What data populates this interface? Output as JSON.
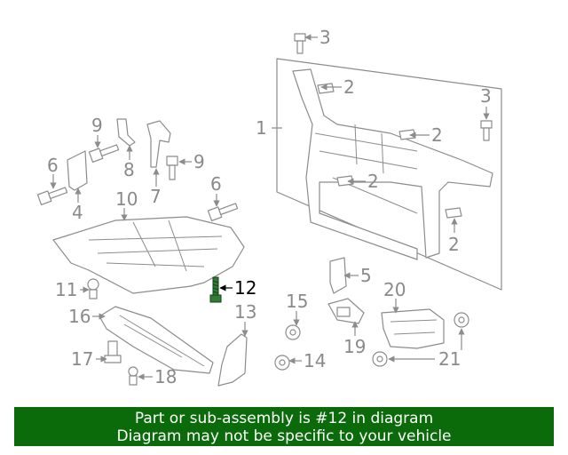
{
  "colors": {
    "banner_bg": "#0b6b0b",
    "line_art": "#8c8c8c",
    "highlight_part": "#2e7d32",
    "highlight_text": "#000000"
  },
  "callouts": {
    "c1": "1",
    "c2a": "2",
    "c2b": "2",
    "c2c": "2",
    "c2d": "2",
    "c3a": "3",
    "c3b": "3",
    "c4": "4",
    "c5": "5",
    "c6a": "6",
    "c6b": "6",
    "c7": "7",
    "c8": "8",
    "c9a": "9",
    "c9b": "9",
    "c10": "10",
    "c11": "11",
    "c12": "12",
    "c13": "13",
    "c14": "14",
    "c15": "15",
    "c16": "16",
    "c17": "17",
    "c18": "18",
    "c19": "19",
    "c20": "20",
    "c21": "21"
  },
  "highlighted_callout": "12",
  "banner": {
    "line1": "Part or sub-assembly is #12 in diagram",
    "line2": "Diagram may not be specific to your vehicle"
  }
}
